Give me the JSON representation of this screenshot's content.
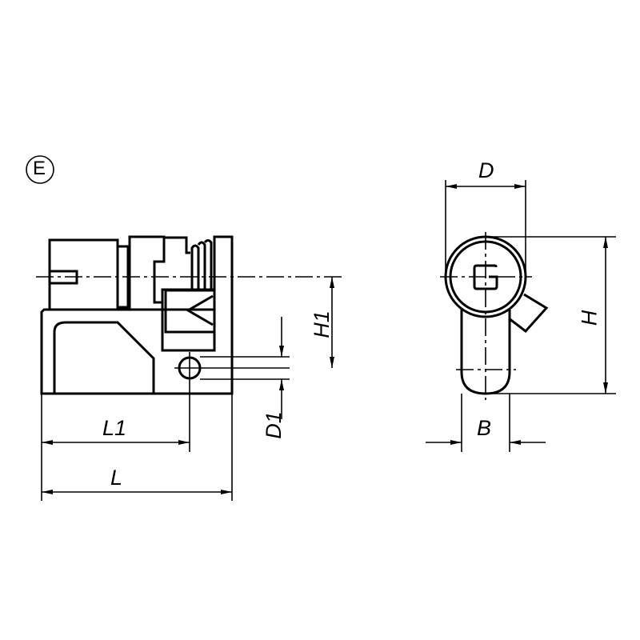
{
  "variant_marker": "E",
  "side_view": {
    "dimensions": {
      "overall_length": "L",
      "length_to_hole": "L1",
      "hole_height": "H1",
      "hole_diameter": "D1"
    }
  },
  "end_view": {
    "dimensions": {
      "diameter": "D",
      "height": "H",
      "width": "B"
    }
  }
}
